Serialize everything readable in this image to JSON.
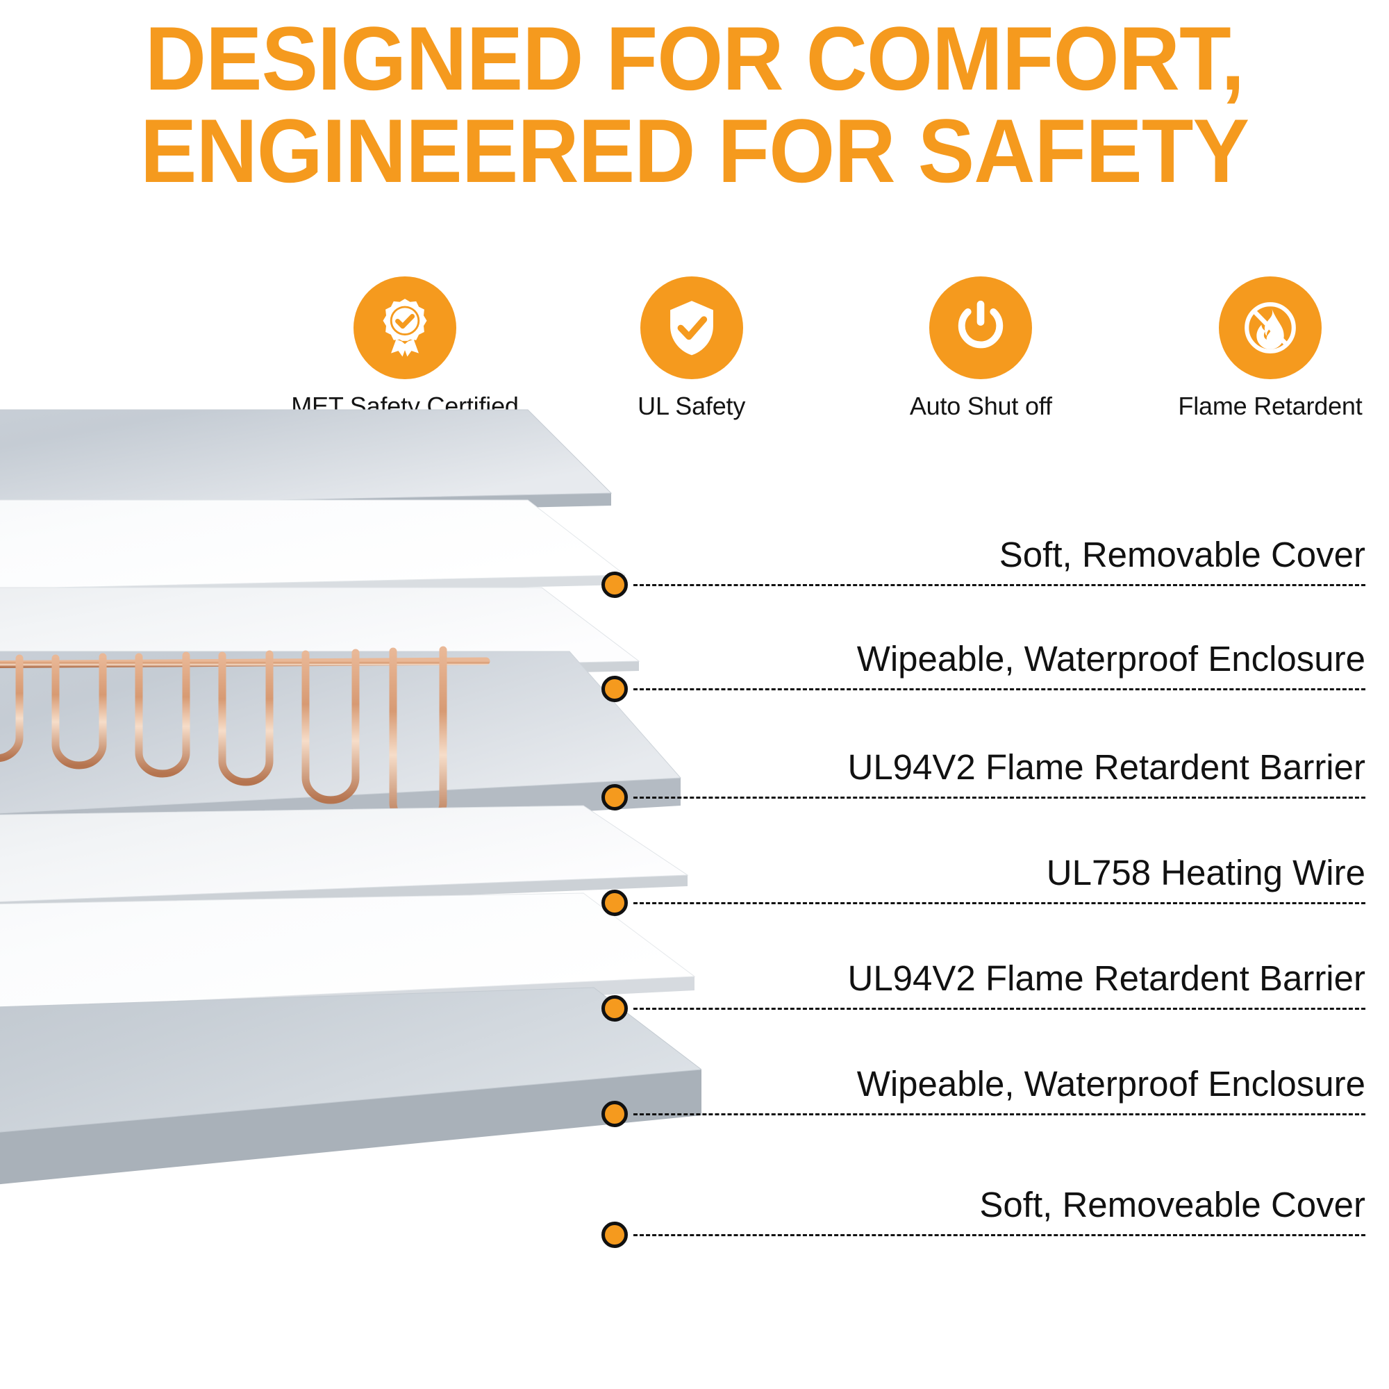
{
  "headline": {
    "line1": "DESIGNED FOR COMFORT,",
    "line2": "ENGINEERED FOR SAFETY",
    "color": "#F59A1E"
  },
  "badges": [
    {
      "icon": "certificate-rosette-icon",
      "label": "MET Safety Certified"
    },
    {
      "icon": "shield-check-icon",
      "label": "UL Safety"
    },
    {
      "icon": "power-button-icon",
      "label": "Auto Shut off"
    },
    {
      "icon": "no-flame-icon",
      "label": "Flame Retardent"
    }
  ],
  "badge_color": "#F59A1E",
  "callouts": [
    {
      "label": "Soft, Removable Cover"
    },
    {
      "label": "Wipeable, Waterproof Enclosure"
    },
    {
      "label": "UL94V2 Flame Retardent Barrier"
    },
    {
      "label": "UL758 Heating Wire"
    },
    {
      "label": "UL94V2 Flame Retardent Barrier"
    },
    {
      "label": "Wipeable, Waterproof Enclosure"
    },
    {
      "label": "Soft, Removeable Cover"
    }
  ],
  "callout_dot_color": "#F59A1E",
  "callout_line_color": "#111111",
  "diagram": {
    "name": "exploded-layer-stack",
    "layers": [
      {
        "name": "soft-removable-cover-top",
        "material": "gray fabric"
      },
      {
        "name": "waterproof-enclosure-top",
        "material": "white film"
      },
      {
        "name": "flame-retardent-barrier-top",
        "material": "white barrier"
      },
      {
        "name": "heating-wire-layer",
        "material": "copper wire"
      },
      {
        "name": "flame-retardent-barrier-bottom",
        "material": "white barrier"
      },
      {
        "name": "waterproof-enclosure-bottom",
        "material": "white film"
      },
      {
        "name": "soft-removable-cover-bottom",
        "material": "gray fabric"
      }
    ],
    "wire_color": "#C98A62"
  }
}
